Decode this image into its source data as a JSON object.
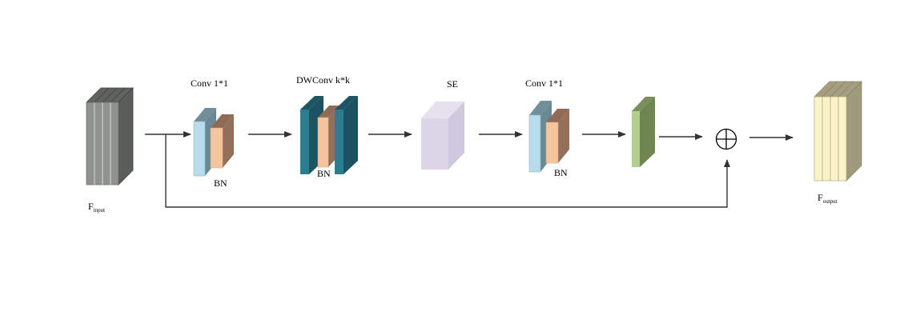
{
  "labels": {
    "input_main": "F",
    "input_sub": "input",
    "output_main": "F",
    "output_sub": "output",
    "conv1_title": "Conv 1*1",
    "conv1_bn": "BN",
    "dw_title": "DWConv k*k",
    "dw_bn": "BN",
    "se_title": "SE",
    "conv2_title": "Conv 1*1",
    "conv2_bn": "BN"
  },
  "colors": {
    "input_block": "#8f9390",
    "conv_light": "#b7dbe8",
    "bn_orange": "#f5c5a0",
    "dw_teal": "#2b7d90",
    "se_lavender": "#dcd6e8",
    "final_green": "#b2cf8d",
    "output_block": "#fbf4c8",
    "arrow": "#333333"
  },
  "icons": {
    "add_node": "circled-plus-icon"
  }
}
